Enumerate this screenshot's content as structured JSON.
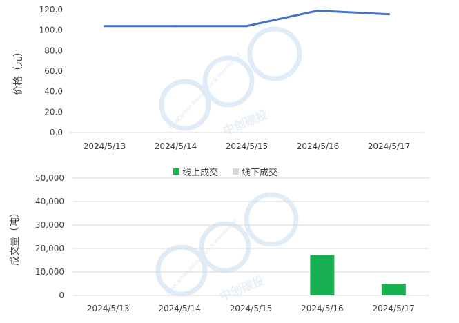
{
  "colors": {
    "price_line": "#4472c4",
    "online": "#17b050",
    "offline": "#d9d9d9",
    "gridline": "#d9d9d9",
    "text": "#404040",
    "watermark": "#d5e7f5"
  },
  "watermark": {
    "latin": "SinoCarbon Innovation & Investment",
    "chinese": "中创碳投"
  },
  "chart_data": [
    {
      "type": "line",
      "categories": [
        "2024/5/13",
        "2024/5/14",
        "2024/5/15",
        "2024/5/16",
        "2024/5/17"
      ],
      "series": [
        {
          "values": [
            104,
            104,
            104,
            119,
            115.5
          ]
        }
      ],
      "ylabel": "价格（元）",
      "ylim": [
        0,
        120
      ],
      "yticks": [
        "0.0",
        "20.0",
        "40.0",
        "60.0",
        "80.0",
        "100.0",
        "120.0"
      ],
      "grid": false,
      "legend": "none"
    },
    {
      "type": "bar",
      "stacked": true,
      "categories": [
        "2024/5/13",
        "2024/5/14",
        "2024/5/15",
        "2024/5/16",
        "2024/5/17"
      ],
      "series": [
        {
          "name": "线上成交",
          "values": [
            0,
            0,
            0,
            17200,
            5000
          ]
        },
        {
          "name": "线下成交",
          "values": [
            0,
            0,
            0,
            0,
            0
          ]
        }
      ],
      "ylabel": "成交量（吨）",
      "ylim": [
        0,
        50000
      ],
      "yticks": [
        "0",
        "10,000",
        "20,000",
        "30,000",
        "40,000",
        "50,000"
      ],
      "grid": true,
      "legend": "top-center"
    }
  ]
}
